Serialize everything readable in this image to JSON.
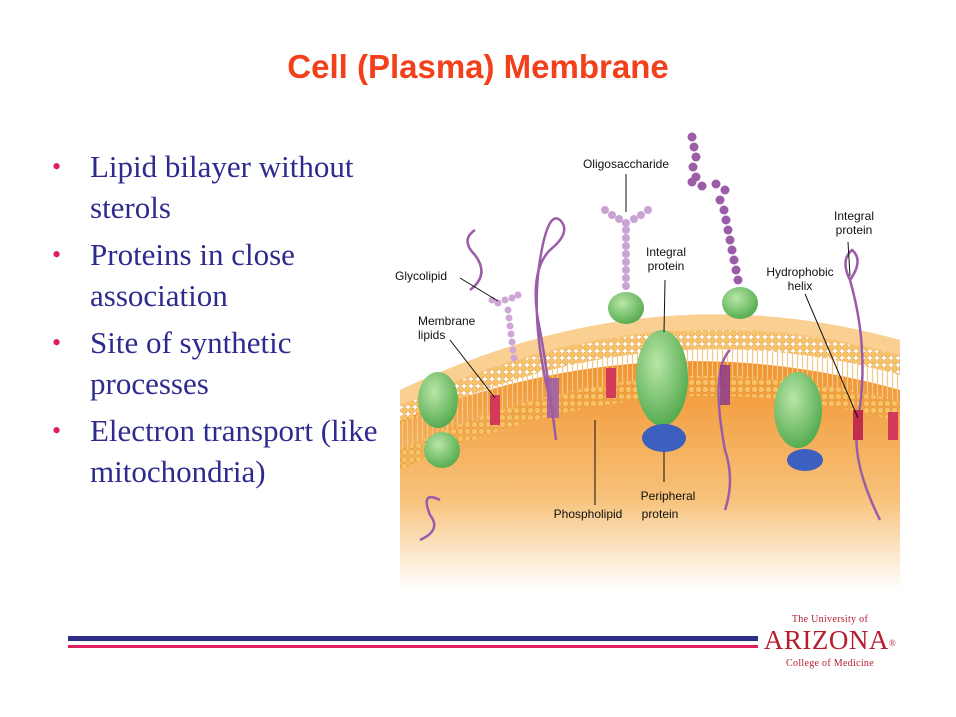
{
  "slide": {
    "title": "Cell (Plasma) Membrane",
    "bullets": [
      "Lipid bilayer without sterols",
      "Proteins in close association",
      "Site of synthetic processes",
      "Electron transport (like mitochondria)"
    ],
    "bullet_char": "•"
  },
  "diagram": {
    "labels": {
      "oligosaccharide": "Oligosaccharide",
      "glycolipid": "Glycolipid",
      "membrane_lipids_1": "Membrane",
      "membrane_lipids_2": "lipids",
      "integral_center_1": "Integral",
      "integral_center_2": "protein",
      "hydrophobic_1": "Hydrophobic",
      "hydrophobic_2": "helix",
      "integral_right_1": "Integral",
      "integral_right_2": "protein",
      "phospholipid": "Phospholipid",
      "peripheral_1": "Peripheral",
      "peripheral_2": "protein"
    }
  },
  "logo": {
    "line1": "The University of",
    "line2": "ARIZONA",
    "registered": "®",
    "line3": "College of Medicine"
  },
  "colors": {
    "title": "#f2401c",
    "bullet_text": "#2e2b8f",
    "bullet_dot": "#e0205e",
    "rule_blue": "#2f2f8a",
    "rule_pink": "#e0205e",
    "logo": "#b71c2f",
    "membrane": "#f6b44a",
    "cytoplasm": "#f2922e",
    "protein": "#7cc86b",
    "peripheral": "#3d5fc0",
    "oligosaccharide": "#9b5ca8"
  }
}
